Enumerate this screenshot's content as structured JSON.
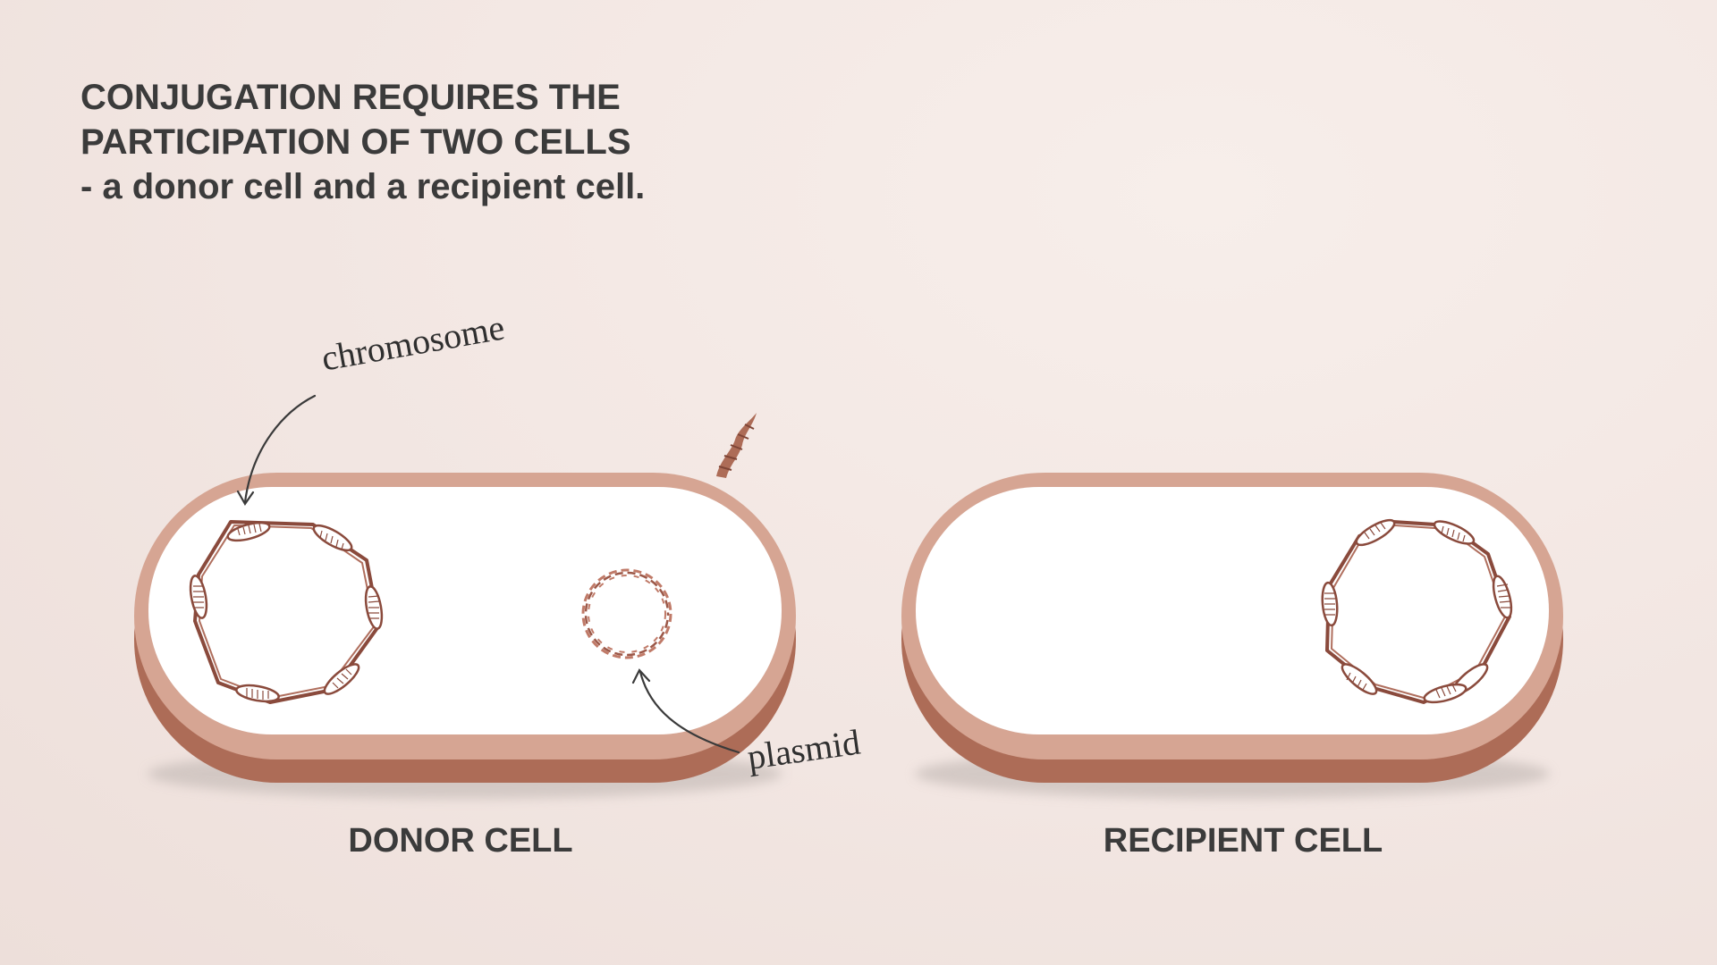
{
  "headline": {
    "line1": "CONJUGATION REQUIRES THE",
    "line2": "PARTICIPATION OF TWO CELLS",
    "line3": "- a donor cell and a recipient cell."
  },
  "donor": {
    "label": "DONOR CELL",
    "chromosome_label": "chromosome",
    "plasmid_label": "plasmid"
  },
  "recipient": {
    "label": "RECIPIENT CELL"
  },
  "colors": {
    "background": "#f2e6e2",
    "cell_rim": "#d6a593",
    "cell_side": "#ad6c57",
    "cell_inner": "#ffffff",
    "dna": "#8a4a3c",
    "plasmid": "#c07a68",
    "text": "#3b3b3b"
  }
}
